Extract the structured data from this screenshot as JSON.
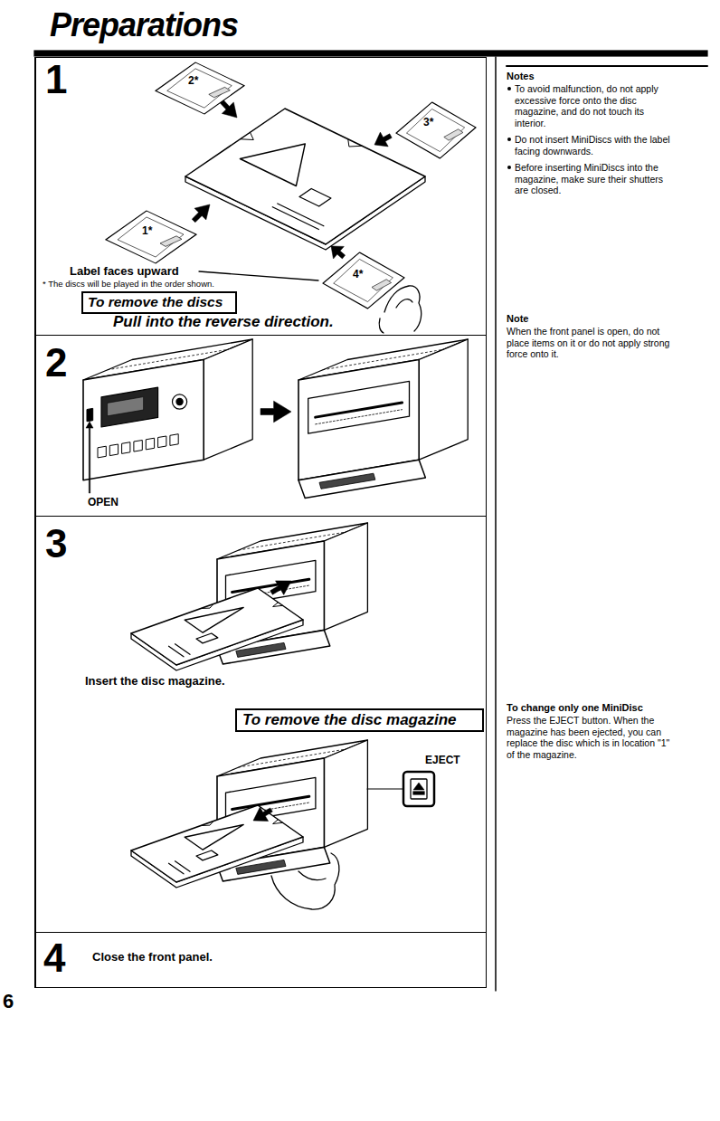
{
  "diagram": {
    "title": "Preparations",
    "nodes": [
      {
        "text": [
          "1",
          "Label faces upward",
          "* The discs will be played in the order shown.",
          "Pull into the reverse direction."
        ]
      },
      {
        "text": [
          "2*"
        ],
        "in": 0
      },
      {
        "text": [
          "3*"
        ],
        "in": 0
      },
      {
        "text": [
          "1*"
        ],
        "in": 0
      },
      {
        "text": [
          "4*"
        ],
        "in": 0
      },
      {
        "text": [
          "To remove the discs"
        ],
        "in": 0
      },
      {
        "text": [
          "2",
          "OPEN"
        ]
      },
      {
        "text": [
          "3",
          "Insert the disc magazine.",
          "EJECT"
        ]
      },
      {
        "text": [
          "To remove the disc magazine"
        ],
        "in": 7
      },
      {
        "text": [
          "4",
          "Close the front panel."
        ]
      }
    ],
    "labels": [
      "Notes",
      "To avoid malfunction, do not apply excessive force onto the disc magazine, and do not touch its interior.",
      "Do not insert MiniDiscs with the label facing downwards.",
      "Before inserting MiniDiscs into the magazine, make sure their shutters are closed.",
      "Note",
      "When the front panel is open, do not place items on it or do not apply strong force onto it.",
      "To change only one MiniDisc",
      "Press the EJECT button. When the magazine has been ejected, you can replace the disc which is in location \"1\" of the magazine.",
      "6"
    ]
  }
}
